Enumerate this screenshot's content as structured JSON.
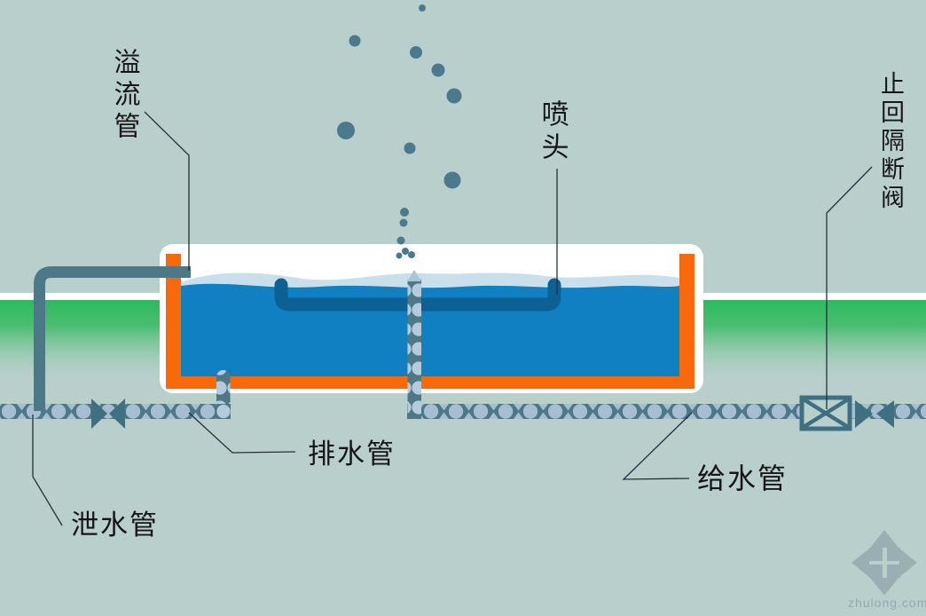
{
  "labels": {
    "overflow_pipe": {
      "text": "溢流管",
      "orientation": "vertical"
    },
    "nozzle": {
      "text": "喷头",
      "orientation": "vertical"
    },
    "check_isolation_valve": {
      "text": "止回隔断阀",
      "orientation": "vertical"
    },
    "drain_pipe": {
      "text": "排水管",
      "orientation": "horizontal"
    },
    "leak_drain_pipe": {
      "text": "泄水管",
      "orientation": "horizontal"
    },
    "supply_pipe": {
      "text": "给水管",
      "orientation": "horizontal"
    }
  },
  "watermark": {
    "text": "zhulong.com",
    "logo": "compass-pinwheel-icon"
  },
  "colors": {
    "background": "#b9cfcc",
    "pool_frame_orange": "#f8690a",
    "water_blue": "#1080c2",
    "water_surface_light": "#c9e0ec",
    "pipe_dark_teal": "#4d7888",
    "pipe_dot_light": "#a6bed2",
    "manifold_blue": "#0d6094",
    "grass_green": "#2eba5e",
    "pool_shell_white": "#ffffff",
    "label_text": "#161616",
    "watermark_gray": "#9aadb0"
  }
}
